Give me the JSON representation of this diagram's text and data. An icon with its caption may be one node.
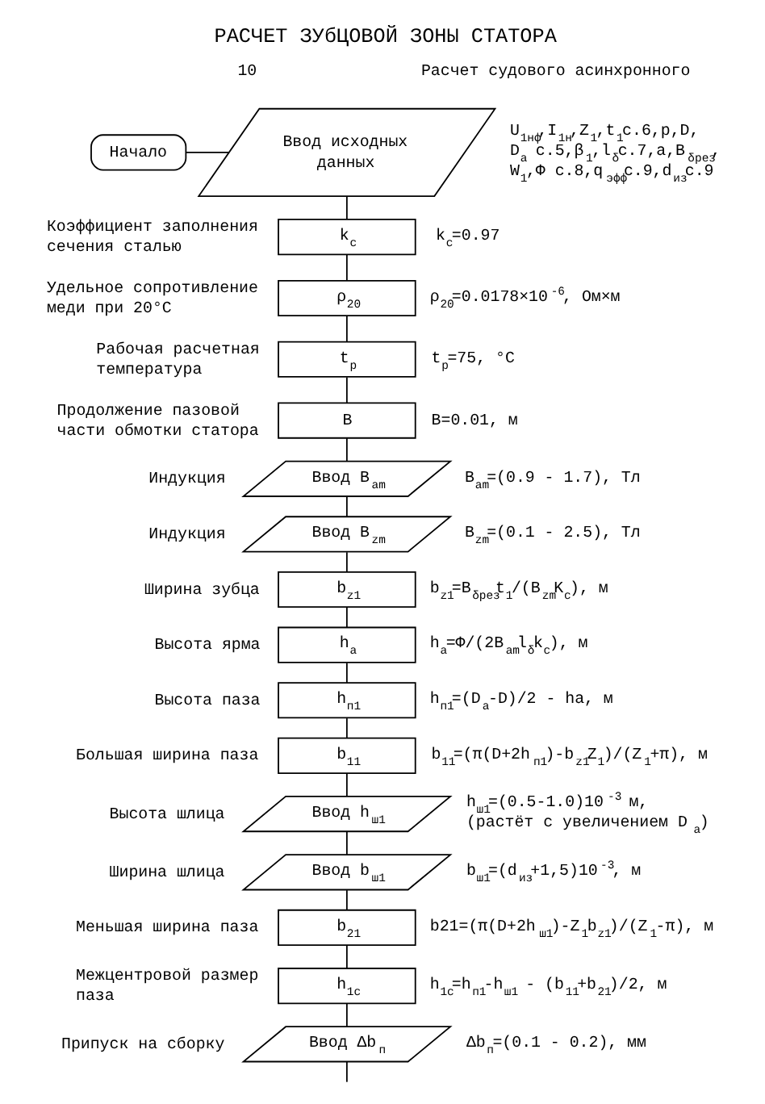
{
  "diagram": {
    "title": "РАСЧЕТ ЗУбЦОВОЙ ЗОНЫ СТАТОРА",
    "nodes": [
      {
        "text": [
          "Начало"
        ]
      },
      {
        "text": [
          "Ввод исходных данных"
        ],
        "beside": [
          "U$_{1нф}$,I$_{1н}$,Z$_{1}$,t$_{1}$c.6,p,D, D$_{a}$ c.5,β$_{1}$,l$_{δ}$c.7,a,B$_{δрез}$, W$_{1}$,Φ c.8,q$_{эфф}$c.9,d$_{из}$c.9"
        ]
      },
      {
        "text": [
          "k$_{c}$"
        ],
        "beside": [
          "Коэффициент заполнения сечения сталью",
          "k$_{c}$=0.97"
        ]
      },
      {
        "text": [
          "ρ$_{20}$"
        ],
        "beside": [
          "Удельное сопротивление меди при 20°C",
          "ρ$_{20}$=0.0178×10$^{-6}$, Ом×м"
        ]
      },
      {
        "text": [
          "t$_{р}$"
        ],
        "beside": [
          "Рабочая расчетная температура",
          "t$_{р}$=75, °C"
        ]
      },
      {
        "text": [
          "B"
        ],
        "beside": [
          "Продолжение пазовой части обмотки статора",
          "B=0.01, м"
        ]
      },
      {
        "text": [
          "Ввод B$_{am}$"
        ],
        "beside": [
          "Индукция",
          "B$_{am}$=(0.9 - 1.7), Тл"
        ]
      },
      {
        "text": [
          "Ввод B$_{zm}$"
        ],
        "beside": [
          "Индукция",
          "B$_{zm}$=(0.1 - 2.5), Тл"
        ]
      },
      {
        "text": [
          "b$_{z1}$"
        ],
        "beside": [
          "Ширина зубца",
          "b$_{z1}$=B$_{δрез}$t$_{1}$/(B$_{zm}$K$_{c}$), м"
        ]
      },
      {
        "text": [
          "h$_{a}$"
        ],
        "beside": [
          "Высота ярма",
          "h$_{a}$=Φ/(2B$_{am}$l$_{δ}$k$_{c}$), м"
        ]
      },
      {
        "text": [
          "h$_{п1}$"
        ],
        "beside": [
          "Высота паза",
          "h$_{п1}$=(D$_{a}$-D)/2 - ha, м"
        ]
      },
      {
        "text": [
          "b$_{11}$"
        ],
        "beside": [
          "Большая ширина паза",
          "b$_{11}$=(π(D+2h$_{п1}$)-b$_{z1}$Z$_{1}$)/(Z$_{1}$+π), м"
        ]
      },
      {
        "text": [
          "Ввод h$_{ш1}$"
        ],
        "beside": [
          "Высота шлица",
          "h$_{ш1}$=(0.5-1.0)10$^{-3}$ м, (растёт с увеличением D$_{a}$)"
        ]
      },
      {
        "text": [
          "Ввод b$_{ш1}$"
        ],
        "beside": [
          "Ширина шлица",
          "b$_{ш1}$=(d$_{из}$+1,5)10$^{-3}$, м"
        ]
      },
      {
        "text": [
          "b$_{21}$"
        ],
        "beside": [
          "Меньшая ширина паза",
          "b21=(π(D+2h$_{ш1}$)-Z$_{1}$b$_{z1}$)/(Z$_{1}$-π), м"
        ]
      },
      {
        "text": [
          "h$_{1c}$"
        ],
        "beside": [
          "Межцентровой размер паза",
          "h$_{1c}$=h$_{п1}$-h$_{ш1}$ - (b$_{11}$+b$_{21}$)/2, м"
        ]
      },
      {
        "text": [
          "Ввод Δb$_{п}$"
        ],
        "beside": [
          "Припуск на сборку",
          "Δb$_{п}$=(0.1 - 0.2), мм"
        ]
      }
    ],
    "edges": [
      {
        "from": 0,
        "to": 1,
        "arrow": "none"
      },
      {
        "from": 1,
        "to": 2,
        "arrow": "none"
      },
      {
        "from": 2,
        "to": 3,
        "arrow": "none"
      },
      {
        "from": 3,
        "to": 4,
        "arrow": "none"
      },
      {
        "from": 4,
        "to": 5,
        "arrow": "none"
      },
      {
        "from": 5,
        "to": 6,
        "arrow": "none"
      },
      {
        "from": 6,
        "to": 7,
        "arrow": "none"
      },
      {
        "from": 7,
        "to": 8,
        "arrow": "none"
      },
      {
        "from": 8,
        "to": 9,
        "arrow": "none"
      },
      {
        "from": 9,
        "to": 10,
        "arrow": "none"
      },
      {
        "from": 10,
        "to": 11,
        "arrow": "none"
      },
      {
        "from": 11,
        "to": 12,
        "arrow": "none"
      },
      {
        "from": 12,
        "to": 13,
        "arrow": "none"
      },
      {
        "from": 13,
        "to": 14,
        "arrow": "none"
      },
      {
        "from": 14,
        "to": 15,
        "arrow": "none"
      },
      {
        "from": 15,
        "to": 16,
        "arrow": "none"
      },
      {
        "from": 16,
        "to": null,
        "arrow": "none"
      }
    ],
    "labels": [
      "10",
      "Расчет судового асинхронного"
    ]
  }
}
